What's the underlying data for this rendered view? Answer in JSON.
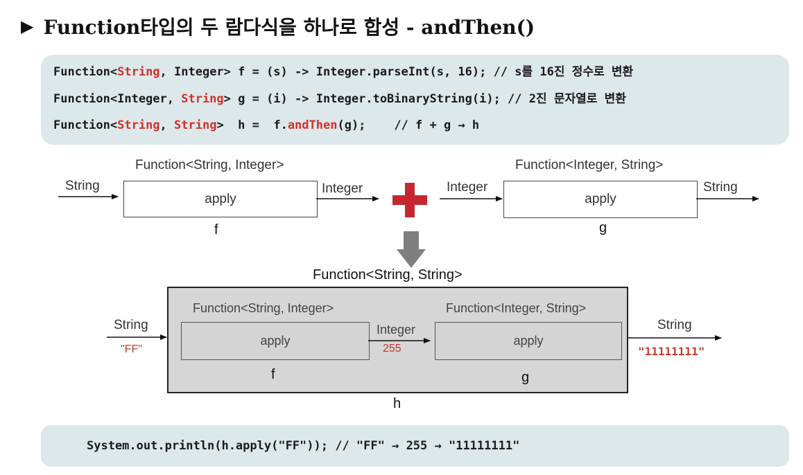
{
  "title": {
    "marker": "▶",
    "text": "Function타입의 두 람다식을 하나로 합성 - andThen()"
  },
  "code": {
    "line1": {
      "p1": "Function<",
      "red1": "String",
      "p2": ", Integer> f = (s) -> Integer.parseInt(s, 16); // s를 16진 정수로 변환"
    },
    "line2": {
      "p1": "Function<Integer, ",
      "red1": "String",
      "p2": "> g = (i) -> Integer.toBinaryString(i); // 2진 문자열로 변환"
    },
    "line3": {
      "p1": "Function<",
      "red1": "String",
      "p2": ", ",
      "red2": "String",
      "p3": ">  h =  f.",
      "red3": "andThen",
      "p4": "(g);    // f + g → h"
    }
  },
  "top_diagram": {
    "f_signature": "Function<String, Integer>",
    "g_signature": "Function<Integer, String>",
    "f_input": "String",
    "f_output": "Integer",
    "g_input": "Integer",
    "g_output": "String",
    "f_apply": "apply",
    "g_apply": "apply",
    "f_name": "f",
    "g_name": "g",
    "plus_color": "#c4282e",
    "down_arrow_color": "#7f7f7f"
  },
  "composed": {
    "signature": "Function<String, String>",
    "inner_f_signature": "Function<String, Integer>",
    "inner_g_signature": "Function<Integer, String>",
    "input_label": "String",
    "input_value": "\"FF\"",
    "middle_label": "Integer",
    "middle_value": "255",
    "output_label": "String",
    "output_value": "\"11111111\"",
    "f_apply": "apply",
    "g_apply": "apply",
    "f_name": "f",
    "g_name": "g",
    "h_name": "h"
  },
  "bottom_code": "System.out.println(h.apply(\"FF\")); // \"FF\" → 255 → \"11111111\""
}
